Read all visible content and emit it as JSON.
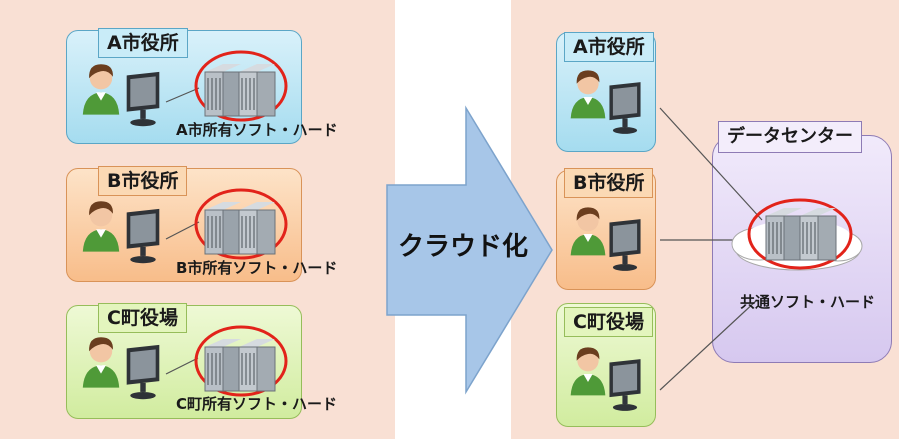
{
  "colors": {
    "panel_bg": "#f9e0d4",
    "blue_office": "#a5dcef",
    "orange_office": "#f8bd8a",
    "green_office": "#d1ec9f",
    "datacenter": "#d6c8ef",
    "arrow": "#a7c6e8",
    "highlight_ring": "#e2231a"
  },
  "arrow": {
    "label": "クラウド化"
  },
  "before": {
    "offices": [
      {
        "name": "A市役所",
        "caption": "A市所有ソフト・ハード"
      },
      {
        "name": "B市役所",
        "caption": "B市所有ソフト・ハード"
      },
      {
        "name": "C町役場",
        "caption": "C町所有ソフト・ハード"
      }
    ]
  },
  "after": {
    "offices": [
      {
        "name": "A市役所"
      },
      {
        "name": "B市役所"
      },
      {
        "name": "C町役場"
      }
    ],
    "datacenter": {
      "title": "データセンター",
      "caption": "共通ソフト・ハード"
    }
  },
  "icons": [
    "person-icon",
    "monitor-icon",
    "server-icon",
    "cloud-icon"
  ]
}
